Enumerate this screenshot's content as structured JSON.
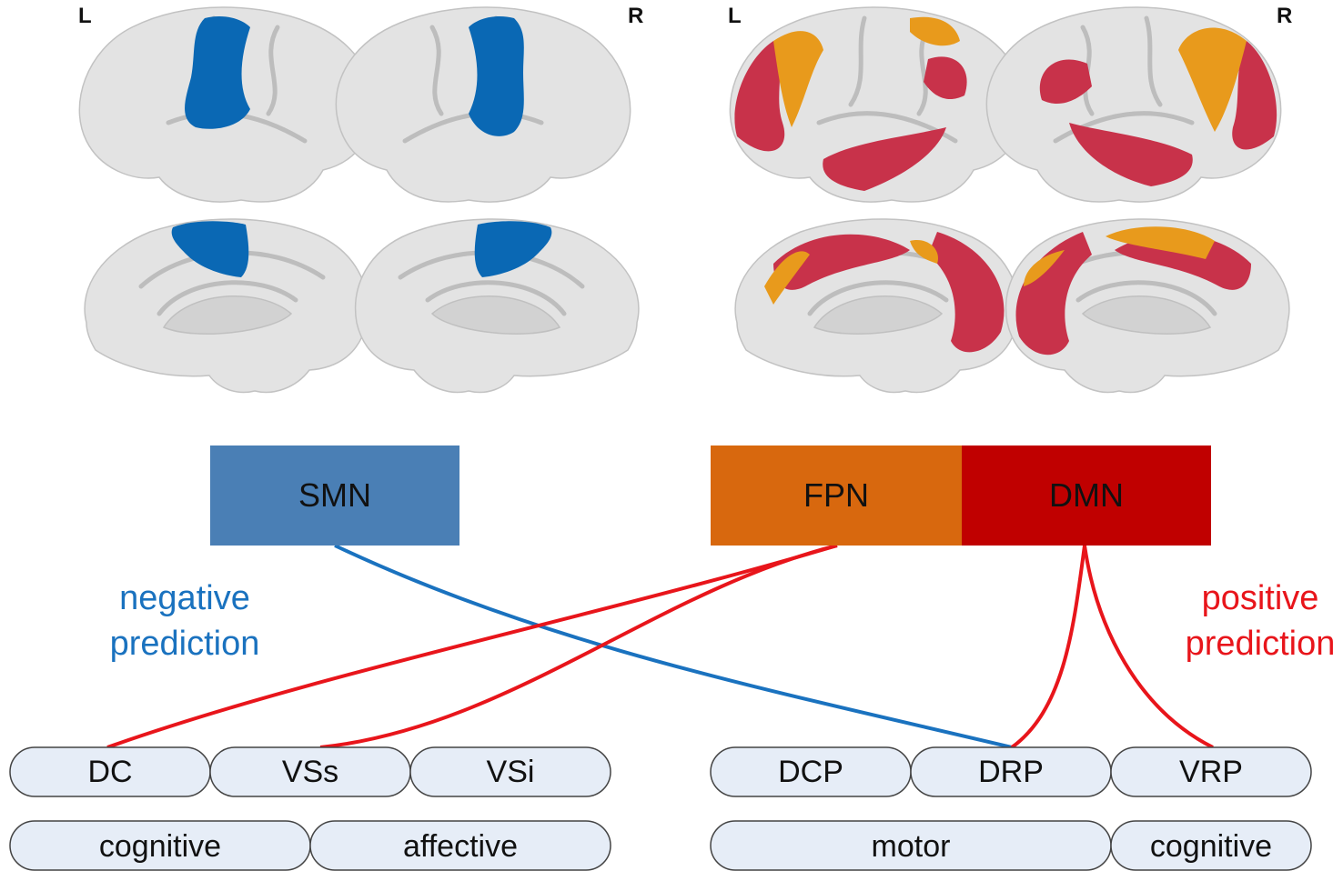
{
  "hemisphere_labels": {
    "left_a": "L",
    "right_a": "R",
    "left_b": "L",
    "right_b": "R"
  },
  "networks": {
    "smn": {
      "label": "SMN",
      "color": "#4a7fb5"
    },
    "fpn": {
      "label": "FPN",
      "color": "#d8680e"
    },
    "dmn": {
      "label": "DMN",
      "color": "#c00000"
    }
  },
  "brain_colors": {
    "smn_overlay": "#0a68b4",
    "fpn_overlay": "#e89a1c",
    "dmn_overlay": "#c8324a",
    "cortex": "#e3e3e3"
  },
  "prediction_labels": {
    "negative": {
      "line1": "negative",
      "line2": "prediction",
      "color": "#1a72bf"
    },
    "positive": {
      "line1": "positive",
      "line2": "prediction",
      "color": "#e8151b"
    }
  },
  "connection_colors": {
    "negative": "#1a72bf",
    "positive": "#e8151b"
  },
  "left_subregions": [
    "DC",
    "VSs",
    "VSi"
  ],
  "left_functions": [
    "cognitive",
    "affective"
  ],
  "right_subregions": [
    "DCP",
    "DRP",
    "VRP"
  ],
  "right_functions": [
    "motor",
    "cognitive"
  ]
}
